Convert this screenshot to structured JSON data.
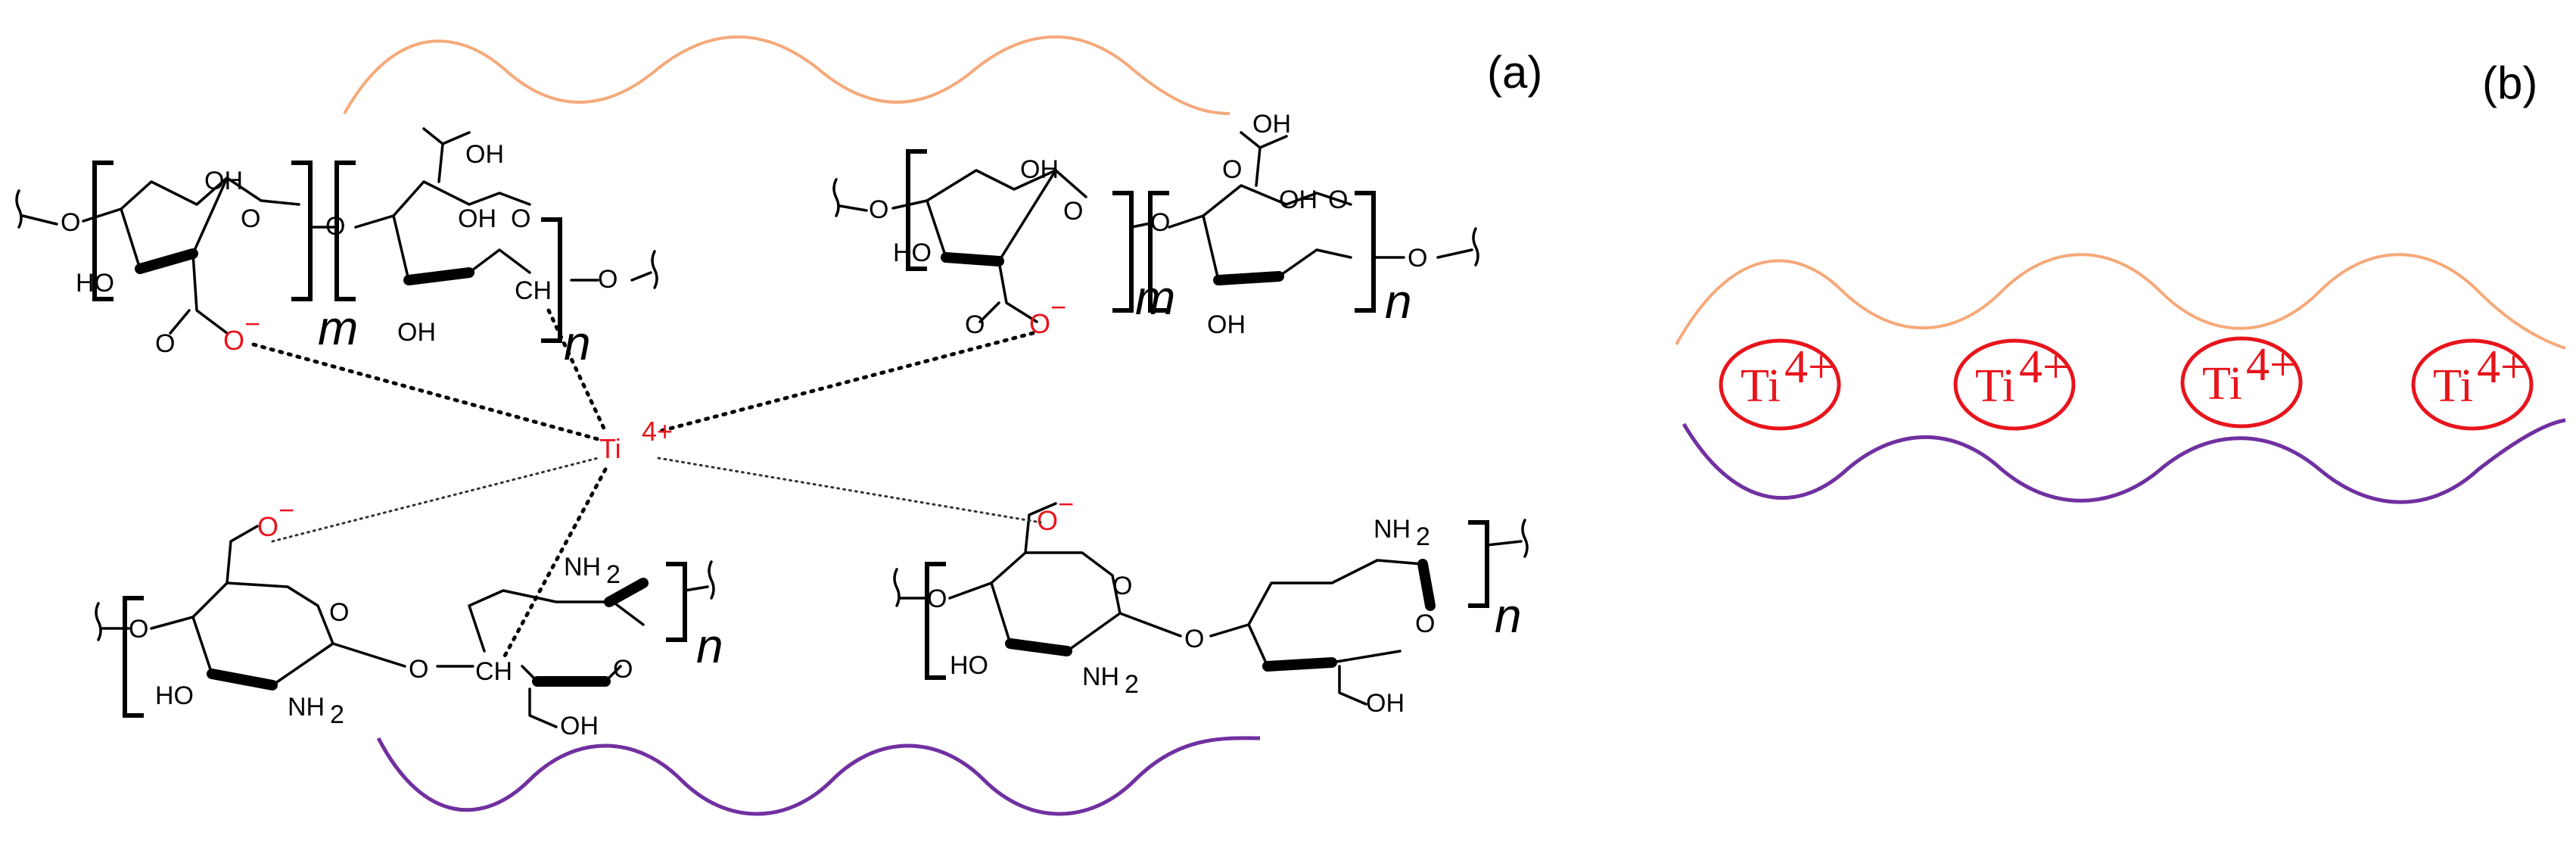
{
  "panels": {
    "a": {
      "label": "(a)"
    },
    "b": {
      "label": "(b)"
    }
  },
  "colors": {
    "orange_chain": "#f5a97a",
    "purple_chain": "#7030a0",
    "titanium": "#e8141c"
  },
  "chemistry": {
    "oh": "OH",
    "o": "O",
    "o_minus": "O",
    "minus": "−",
    "ch": "CH",
    "nh": "NH",
    "sub2": "2",
    "ho": "HO",
    "index_m": "m",
    "index_n": "n"
  },
  "ion": {
    "symbol": "Ti",
    "charge": "4+"
  },
  "panel_b_ions": [
    {
      "symbol": "Ti",
      "charge": "4+"
    },
    {
      "symbol": "Ti",
      "charge": "4+"
    },
    {
      "symbol": "Ti",
      "charge": "4+"
    },
    {
      "symbol": "Ti",
      "charge": "4+"
    }
  ]
}
